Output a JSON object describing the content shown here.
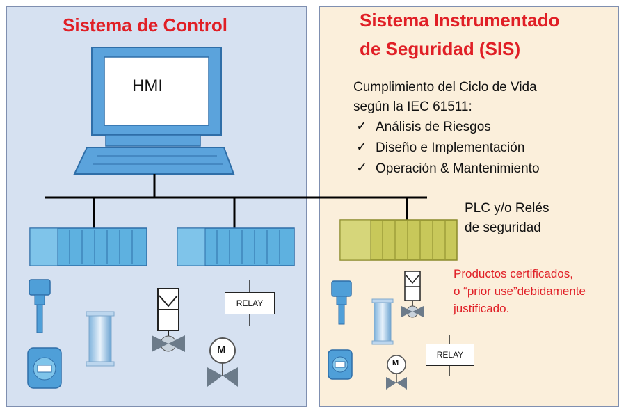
{
  "left_panel": {
    "title": "Sistema de Control",
    "hmi_label": "HMI",
    "relay_label": "RELAY",
    "motor_label": "M"
  },
  "right_panel": {
    "title_line1": "Sistema Instrumentado",
    "title_line2": "de Seguridad (SIS)",
    "lifecycle_line1": "Cumplimiento del Ciclo de Vida",
    "lifecycle_line2": "según la IEC 61511:",
    "check_items": [
      "Análisis de Riesgos",
      "Diseño e Implementación",
      "Operación & Mantenimiento"
    ],
    "plc_line1": "PLC y/o Relés",
    "plc_line2": "de seguridad",
    "certified_line1": "Productos certificados,",
    "certified_line2": "o “prior use”debidamente",
    "certified_line3": "justificado.",
    "relay_label": "RELAY",
    "motor_label": "M"
  },
  "colors": {
    "title_red": "#e01f26",
    "left_bg": "#d6e1f1",
    "right_bg": "#fbefdb",
    "device_blue": "#4f9fd8",
    "safety_plc": "#c8c85a"
  },
  "check_symbol": "✓"
}
